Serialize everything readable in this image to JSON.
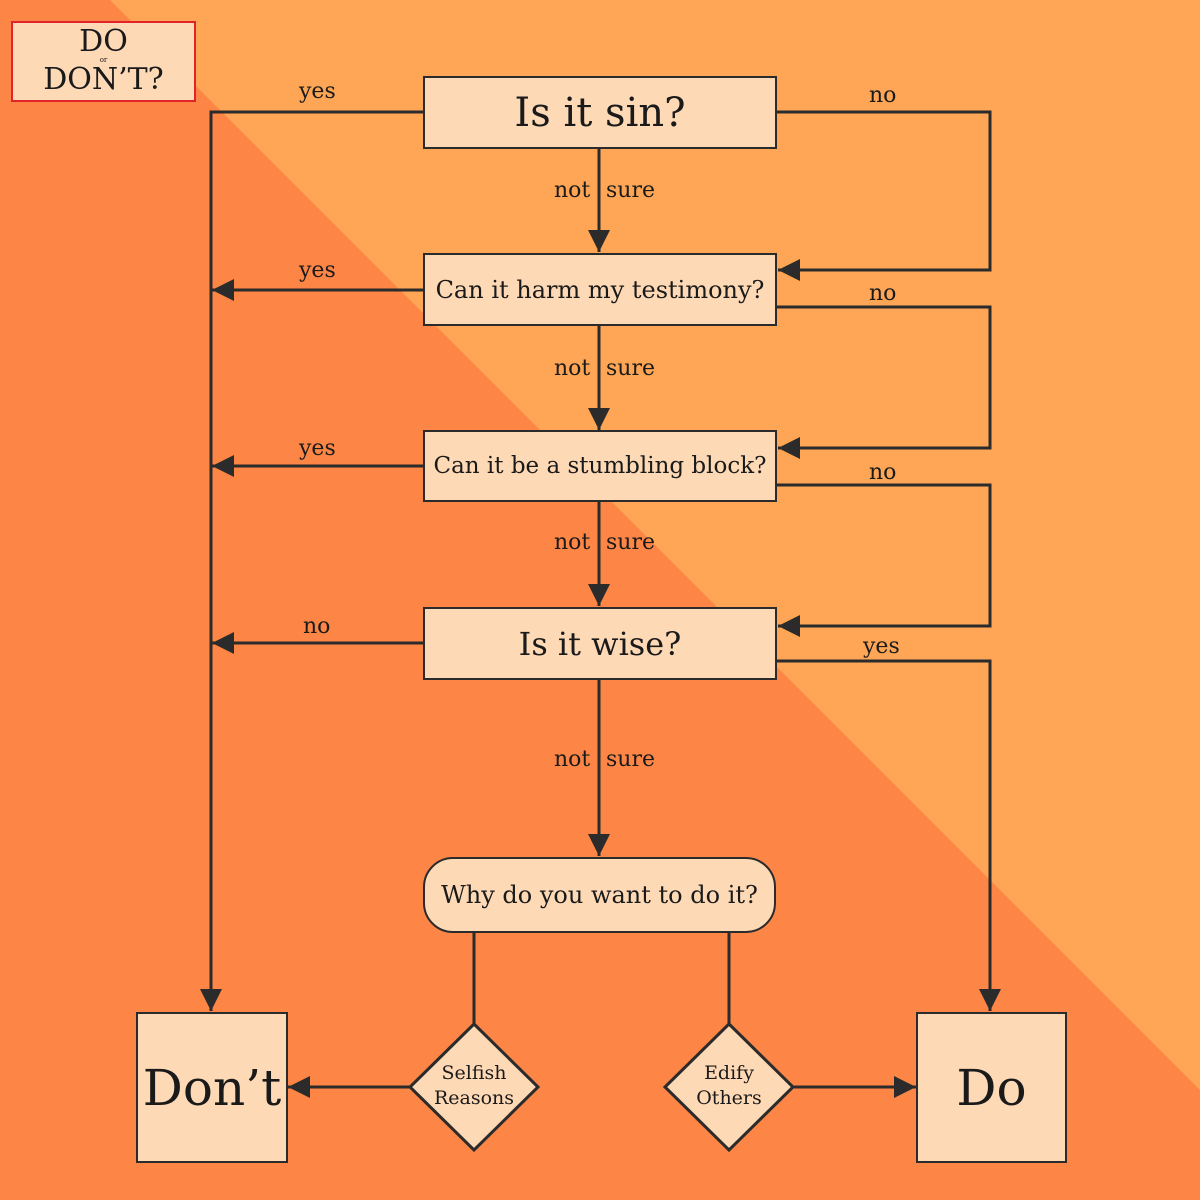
{
  "colors": {
    "background_light": "#fea655",
    "background_dark": "#fd8646",
    "box_fill": "#fed9b5",
    "line": "#2b2b2b",
    "logo_border": "#e0242a"
  },
  "logo": {
    "line1": "DO",
    "line2": "or",
    "line3": "DON’T?"
  },
  "nodes": {
    "is_it_sin": "Is it sin?",
    "harm_testimony": "Can it harm my testimony?",
    "stumbling_block": "Can it be a stumbling block?",
    "is_it_wise": "Is it wise?",
    "why": "Why do you want to do it?",
    "dont": "Don’t",
    "do": "Do",
    "selfish": {
      "line1": "Selfish",
      "line2": "Reasons"
    },
    "edify": {
      "line1": "Edify",
      "line2": "Others"
    }
  },
  "edge_labels": {
    "yes": "yes",
    "no": "no",
    "not": "not",
    "sure": "sure"
  }
}
